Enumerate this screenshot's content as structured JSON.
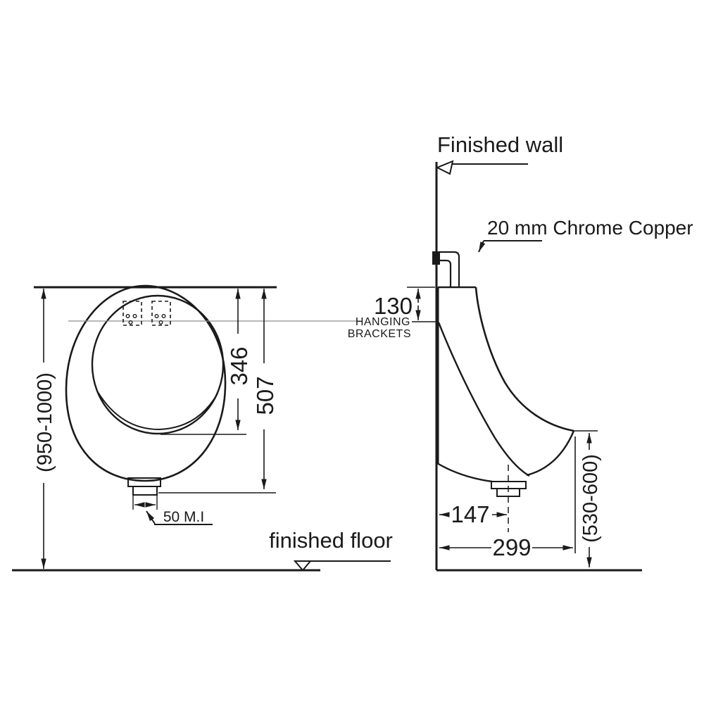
{
  "drawing": {
    "type": "technical-installation-diagram",
    "subject": "wall-hung urinal, front elevation and side elevation with installation dimensions",
    "colors": {
      "ink": "#1a1a1a",
      "reference_line": "#8e8e8e",
      "background": "#ffffff"
    }
  },
  "labels": {
    "finished_wall": "Finished wall",
    "finished_floor": "finished floor",
    "pipe": "20 mm Chrome Copper",
    "hanging_brackets_line1": "HANGING",
    "hanging_brackets_line2": "BRACKETS",
    "outlet": "50 M.I"
  },
  "dimensions": {
    "mounting_height": "(950-1000)",
    "rim_opening_height": "346",
    "overall_height": "507",
    "top_to_brackets": "130",
    "wall_to_outlet_center": "147",
    "wall_to_front_lip": "299",
    "lip_to_floor": "(530-600)"
  }
}
